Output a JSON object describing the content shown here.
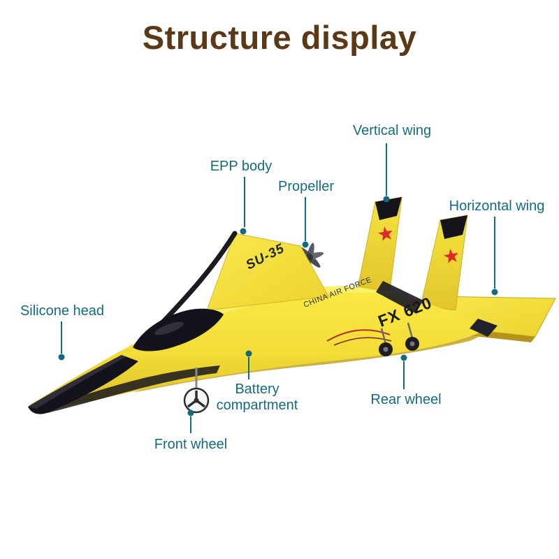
{
  "title": "Structure display",
  "labels": {
    "vertical_wing": "Vertical wing",
    "epp_body": "EPP body",
    "propeller": "Propeller",
    "horizontal_wing": "Horizontal wing",
    "silicone_head": "Silicone head",
    "battery_compartment": "Battery compartment",
    "rear_wheel": "Rear wheel",
    "front_wheel": "Front wheel"
  },
  "plane": {
    "decals": {
      "wing_model": "SU-35",
      "fuselage_model": "FX 620",
      "air_force": "CHINA AIR FORCE"
    }
  },
  "colors": {
    "title": "#5b3916",
    "label": "#136b80",
    "plane_yellow": "#f3dd37",
    "plane_black": "#14131b",
    "star_red": "#e02a28"
  }
}
